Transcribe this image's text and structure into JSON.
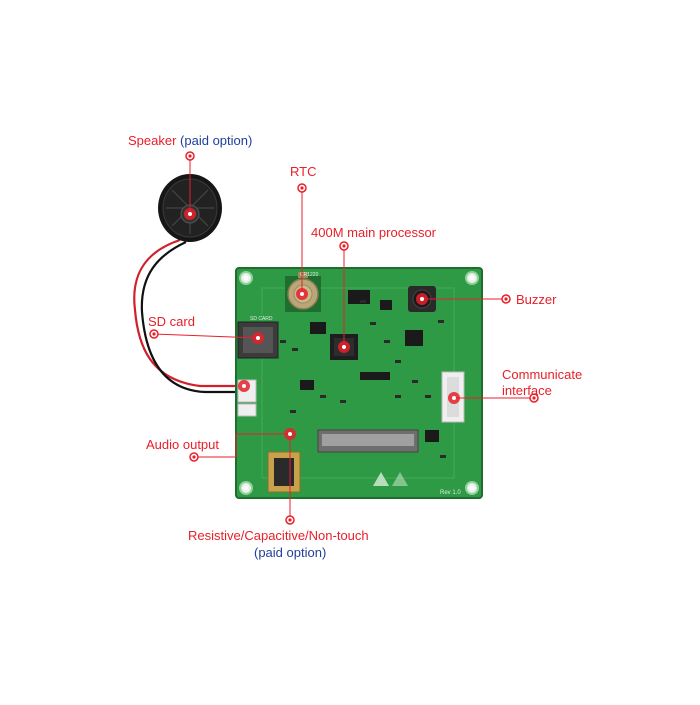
{
  "colors": {
    "callout": "#e8202a",
    "paid_note": "#1f3f9a",
    "pcb": "#2f9a45",
    "pcb_dark": "#1f6e30",
    "silkscreen": "#d9efd9",
    "speaker_cable_red": "#d0202a",
    "speaker_cable_black": "#111111"
  },
  "labels": {
    "speaker": "Speaker",
    "speaker_note": "(paid option)",
    "rtc": "RTC",
    "processor": "400M main processor",
    "buzzer": "Buzzer",
    "sd_card": "SD card",
    "communicate_line1": "Communicate",
    "communicate_line2": "interface",
    "audio_output": "Audio output",
    "touch": "Resistive/Capacitive/Non-touch",
    "touch_note": "(paid option)"
  },
  "board": {
    "rev_text": "Rev 1.0",
    "silk_rtc": "CR1220",
    "silk_sd": "SD CARD"
  }
}
